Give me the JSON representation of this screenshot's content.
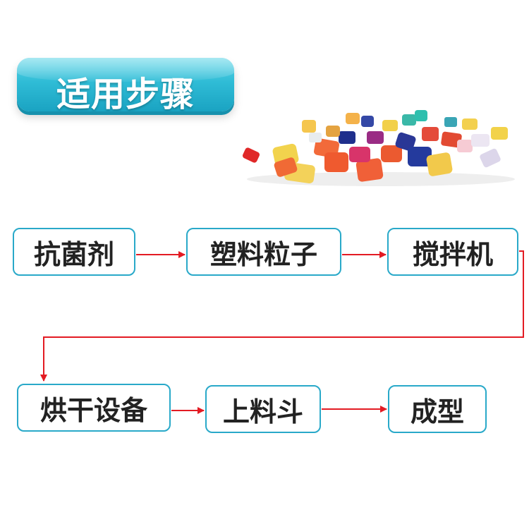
{
  "title": "适用步骤",
  "steps": [
    "抗菌剂",
    "塑料粒子",
    "搅拌机",
    "烘干设备",
    "上料斗",
    "成型"
  ],
  "colors": {
    "accent": "#29a9c9",
    "arrow": "#e31b23"
  }
}
